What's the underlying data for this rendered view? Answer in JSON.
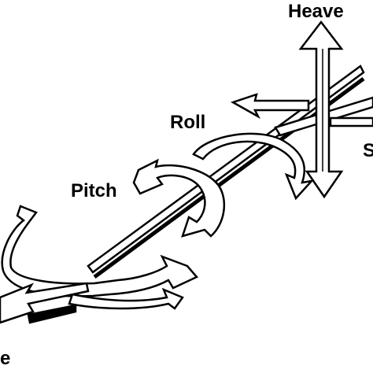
{
  "labels": {
    "heave": "Heave",
    "roll": "Roll",
    "pitch": "Pitch",
    "sway": "S",
    "surge": "e"
  },
  "colors": {
    "stroke": "#000000",
    "fill": "#ffffff"
  }
}
